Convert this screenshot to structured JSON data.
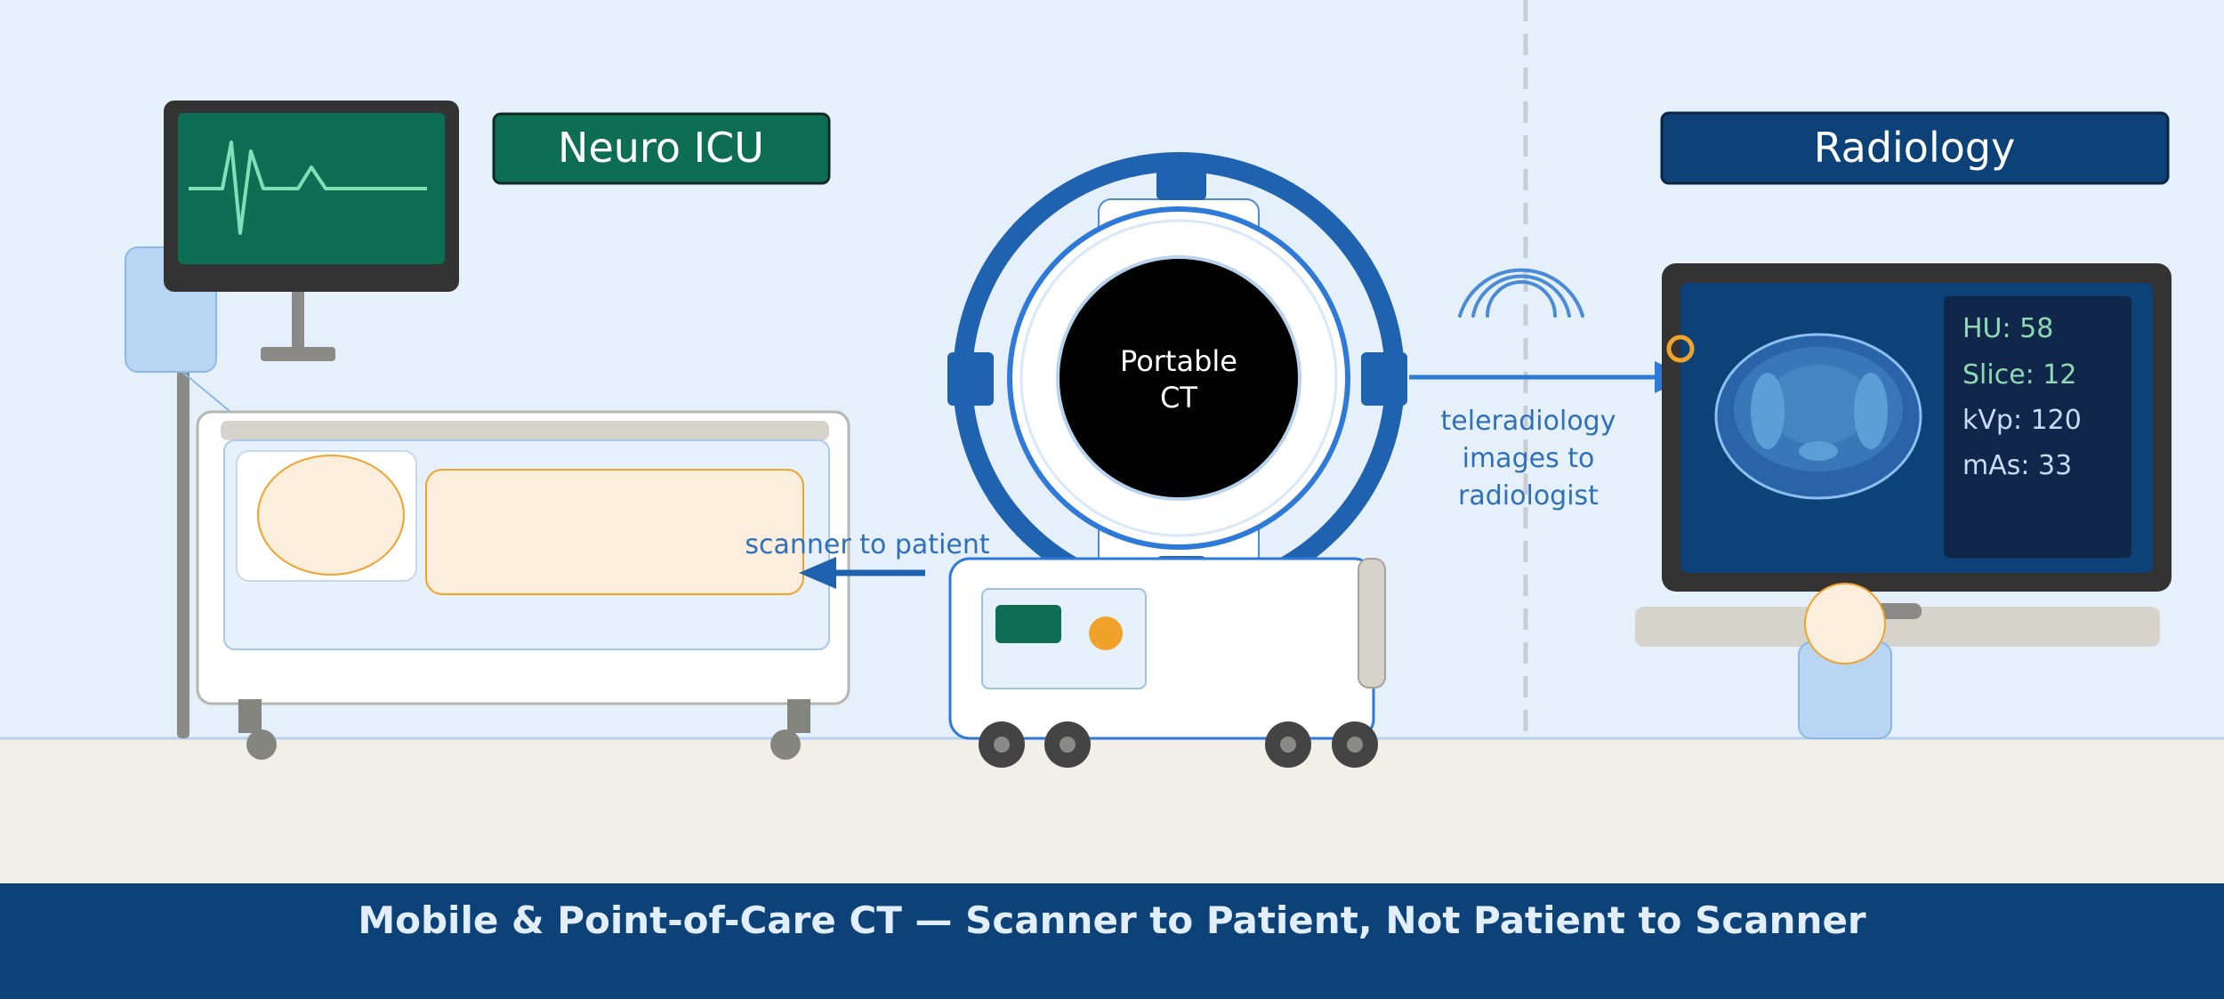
{
  "zones": {
    "icu_label": "Neuro ICU",
    "radiology_label": "Radiology"
  },
  "scanner": {
    "label_line1": "Portable",
    "label_line2": "CT"
  },
  "arrows": {
    "scanner_to_patient": "scanner to patient",
    "teleradiology_line1": "teleradiology",
    "teleradiology_line2": "images to",
    "teleradiology_line3": "radiologist"
  },
  "workstation": {
    "readouts": [
      {
        "label": "HU",
        "value": "58",
        "text": "HU: 58"
      },
      {
        "label": "Slice",
        "value": "12",
        "text": "Slice: 12"
      },
      {
        "label": "kVp",
        "value": "120",
        "text": "kVp: 120"
      },
      {
        "label": "mAs",
        "value": "33",
        "text": "mAs: 33"
      }
    ]
  },
  "footer": {
    "caption": "Mobile & Point-of-Care CT — Scanner to Patient, Not Patient to Scanner"
  },
  "colors": {
    "background": "#e5f0fb",
    "floor": "#f2efe9",
    "footer": "#0d4279",
    "icu_green": "#0e6e54",
    "radiology_blue": "#0d4279",
    "scanner_blue": "#1f63b0",
    "link_blue": "#2f7ad8",
    "accent_orange": "#f0a22a"
  }
}
